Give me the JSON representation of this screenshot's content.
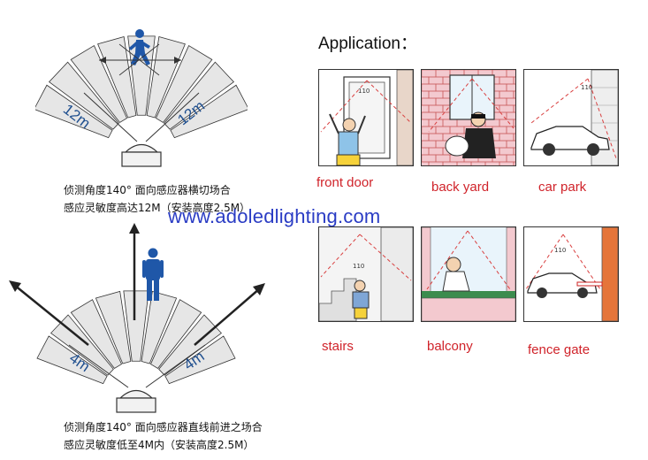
{
  "top_diagram": {
    "distance_left": "12m",
    "distance_right": "12m",
    "caption_line1": "侦测角度140° 面向感应器横切场合",
    "caption_line2": "感应灵敏度高达12M（安装高度2.5M）"
  },
  "bottom_diagram": {
    "distance_left": "4m",
    "distance_right": "4m",
    "caption_line1": "侦测角度140° 面向感应器直线前进之场合",
    "caption_line2": "感应灵敏度低至4M内（安装高度2.5M）"
  },
  "website": "www.adoledlighting.com",
  "application": {
    "title": "Application：",
    "angle_label": "110",
    "scenes": [
      {
        "label": "front door"
      },
      {
        "label": "back yard"
      },
      {
        "label": "car park"
      },
      {
        "label": "stairs"
      },
      {
        "label": "balcony"
      },
      {
        "label": "fence gate"
      }
    ]
  },
  "colors": {
    "fan_fill": "#e6e6e6",
    "fan_stroke": "#333333",
    "distance_text": "#1f4f8f",
    "figure_blue": "#1f57a8",
    "caption_red": "#d0232a",
    "url_blue": "#2a3cc4",
    "beam_red": "#d94040",
    "wall_pink": "#f4c7d0",
    "brick_red": "#c95a5a"
  },
  "icons": {
    "walking_person": "walking-person-icon",
    "standing_person": "standing-person-icon",
    "sensor": "pir-sensor-icon"
  }
}
